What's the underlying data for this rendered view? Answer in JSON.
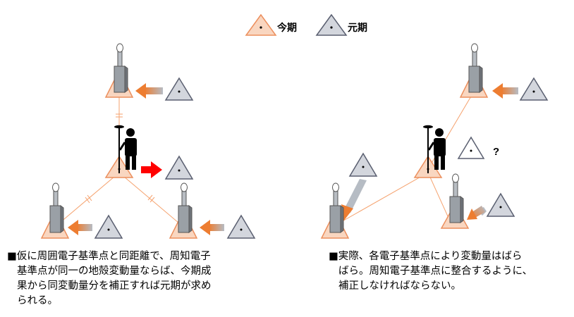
{
  "colors": {
    "current_fill": "#f9d6c0",
    "current_stroke": "#ec8f5d",
    "previous_fill": "#d3d6dd",
    "previous_stroke": "#5a5f70",
    "baseline": "#f5a26e",
    "shift_arrow": "#ed7d31",
    "station_arrow": "#ff0000",
    "pillar": "#9aa0a6"
  },
  "legend": {
    "current_label": "今期",
    "previous_label": "元期"
  },
  "left_panel": {
    "caption": {
      "line1": "■仮に周囲電子基準点と同距離で、周知電子",
      "line2": "基準点が同一の地殻変動量ならば、今期成",
      "line3": "果から同変動量分を補正すれば元期が求め",
      "line4": "られる。"
    }
  },
  "right_panel": {
    "unknown_mark": "?",
    "caption": {
      "line1": "■実際、各電子基準点により変動量はばら",
      "line2": "ばら。周知電子基準点に整合するように、",
      "line3": "補正しなければならない。"
    }
  }
}
